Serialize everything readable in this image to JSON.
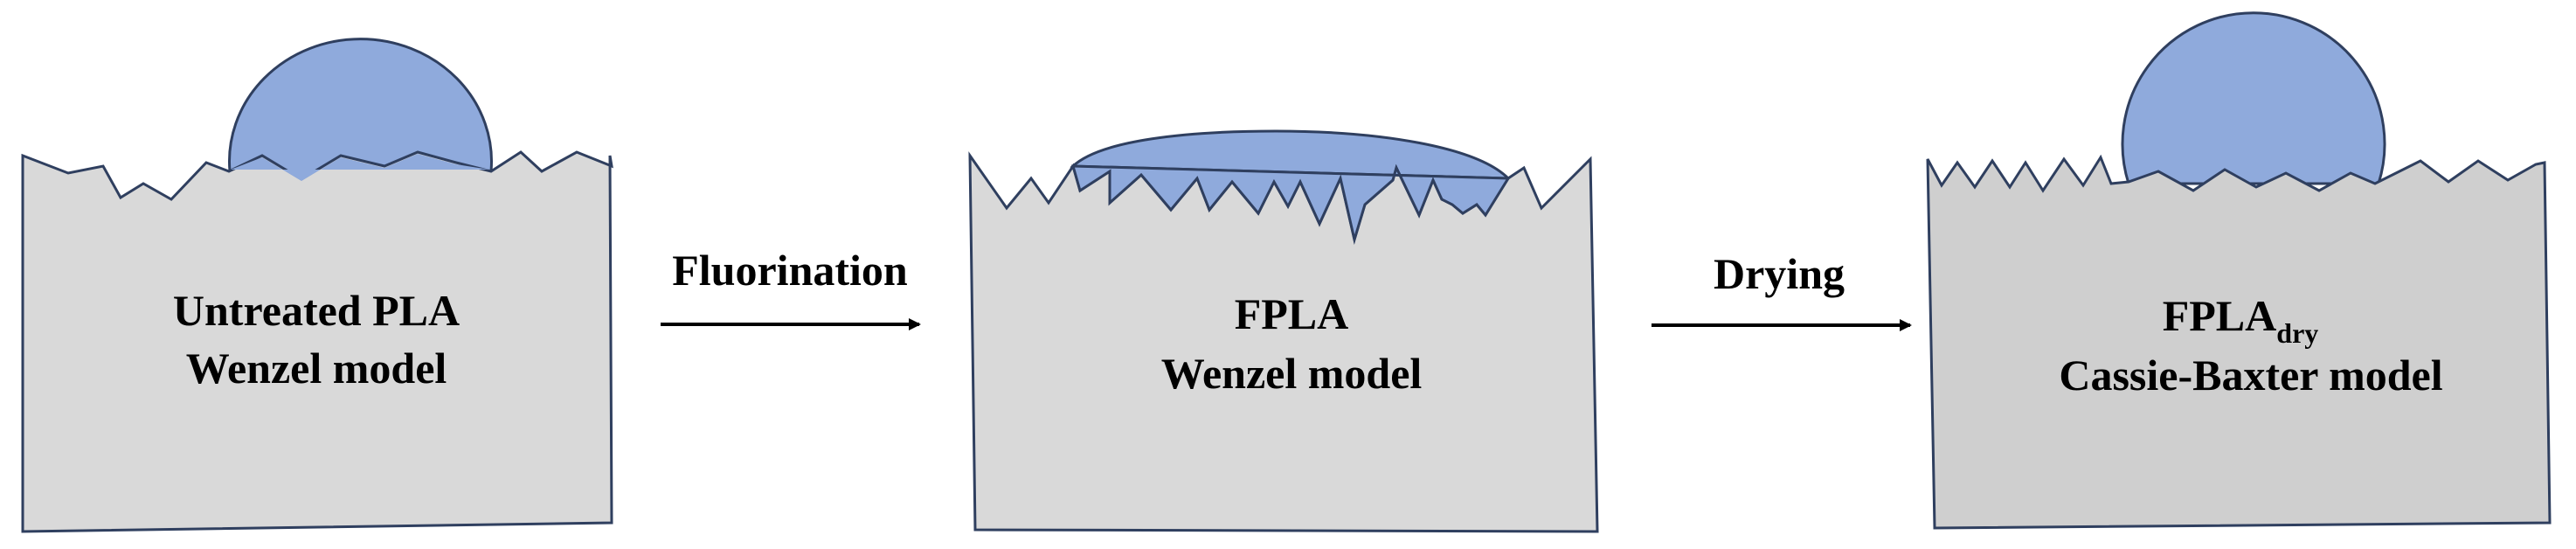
{
  "colors": {
    "block_fill": "#d9d9d9",
    "block_fill_dry": "#cfcfcf",
    "block_stroke": "#2f3f5f",
    "droplet_fill": "#8faadc",
    "droplet_stroke": "#2f3f5f",
    "text": "#000000"
  },
  "panels": [
    {
      "title": "Untreated PLA",
      "model": "Wenzel model"
    },
    {
      "title": "FPLA",
      "model": "Wenzel model"
    },
    {
      "title": "FPLA",
      "title_subscript": "dry",
      "model": "Cassie-Baxter model"
    }
  ],
  "arrows": [
    {
      "label": "Fluorination"
    },
    {
      "label": "Drying"
    }
  ]
}
